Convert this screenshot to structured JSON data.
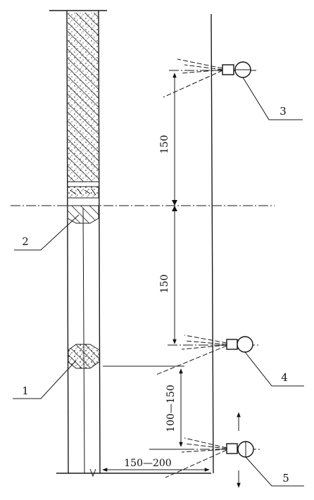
{
  "diagram": {
    "callouts": [
      "1",
      "2",
      "3",
      "4",
      "5"
    ],
    "dimensions": {
      "upper_spacing": "150",
      "lower_spacing": "150",
      "bottom_offset": "100—150",
      "horizontal_distance": "150—200"
    }
  }
}
